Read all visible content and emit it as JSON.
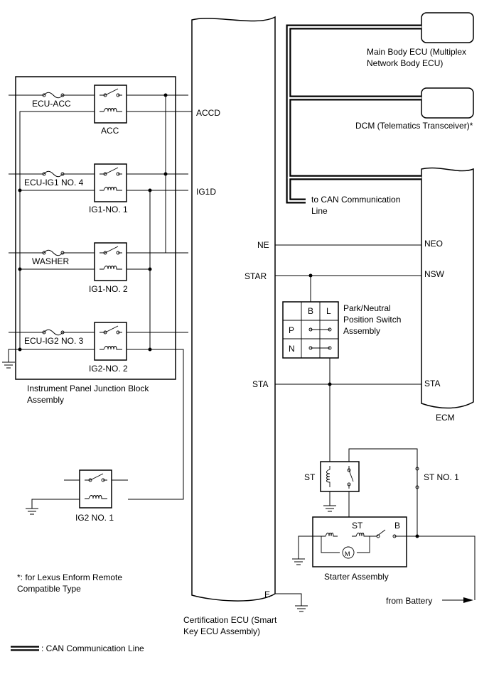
{
  "labels": {
    "main_body_ecu": [
      "Main Body ECU (Multiplex",
      "Network Body ECU)"
    ],
    "dcm": "DCM (Telematics Transceiver)*",
    "to_can": [
      "to CAN Communication",
      "Line"
    ],
    "ecm": "ECM",
    "certification_ecu": [
      "Certification ECU (Smart",
      "Key ECU Assembly)"
    ],
    "ijb": [
      "Instrument Panel Junction Block",
      "Assembly"
    ],
    "pn_switch": [
      "Park/Neutral",
      "Position Switch",
      "Assembly"
    ],
    "starter": "Starter Assembly",
    "from_battery": "from Battery",
    "footnote": [
      "*: for Lexus Enform Remote",
      "Compatible Type"
    ],
    "legend": ": CAN Communication Line"
  },
  "fuses": {
    "ecu_acc": "ECU-ACC",
    "ecu_ig1_no4": "ECU-IG1 NO. 4",
    "washer": "WASHER",
    "ecu_ig2_no3": "ECU-IG2 NO. 3"
  },
  "relays": {
    "acc": "ACC",
    "ig1_no1": "IG1-NO. 1",
    "ig1_no2": "IG1-NO. 2",
    "ig2_no2": "IG2-NO. 2",
    "ig2_no1": "IG2 NO. 1",
    "st": "ST",
    "st_no1": "ST NO. 1"
  },
  "terminals": {
    "accd": "ACCD",
    "ig1d": "IG1D",
    "ne": "NE",
    "star": "STAR",
    "sta_left": "STA",
    "e": "E",
    "neo": "NEO",
    "nsw": "NSW",
    "sta_right": "STA"
  },
  "pn_table": {
    "col_b": "B",
    "col_l": "L",
    "row_p": "P",
    "row_n": "N"
  },
  "starter_parts": {
    "st": "ST",
    "b": "B",
    "motor": "M"
  }
}
